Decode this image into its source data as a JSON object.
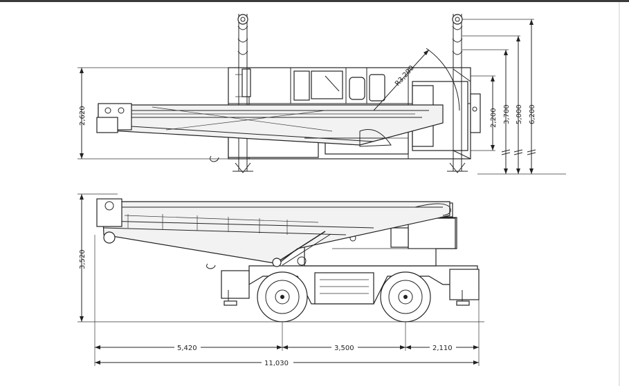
{
  "top_view": {
    "dimensions": {
      "width": "2,620",
      "boom_radius": "R3,200",
      "height_1": "2,200",
      "height_2": "3,700",
      "height_3": "5,000",
      "height_4": "6,200"
    }
  },
  "side_view": {
    "dimensions": {
      "height": "3,520",
      "front_overhang": "5,420",
      "wheelbase": "3,500",
      "rear_overhang": "2,110",
      "overall_length": "11,030"
    }
  }
}
